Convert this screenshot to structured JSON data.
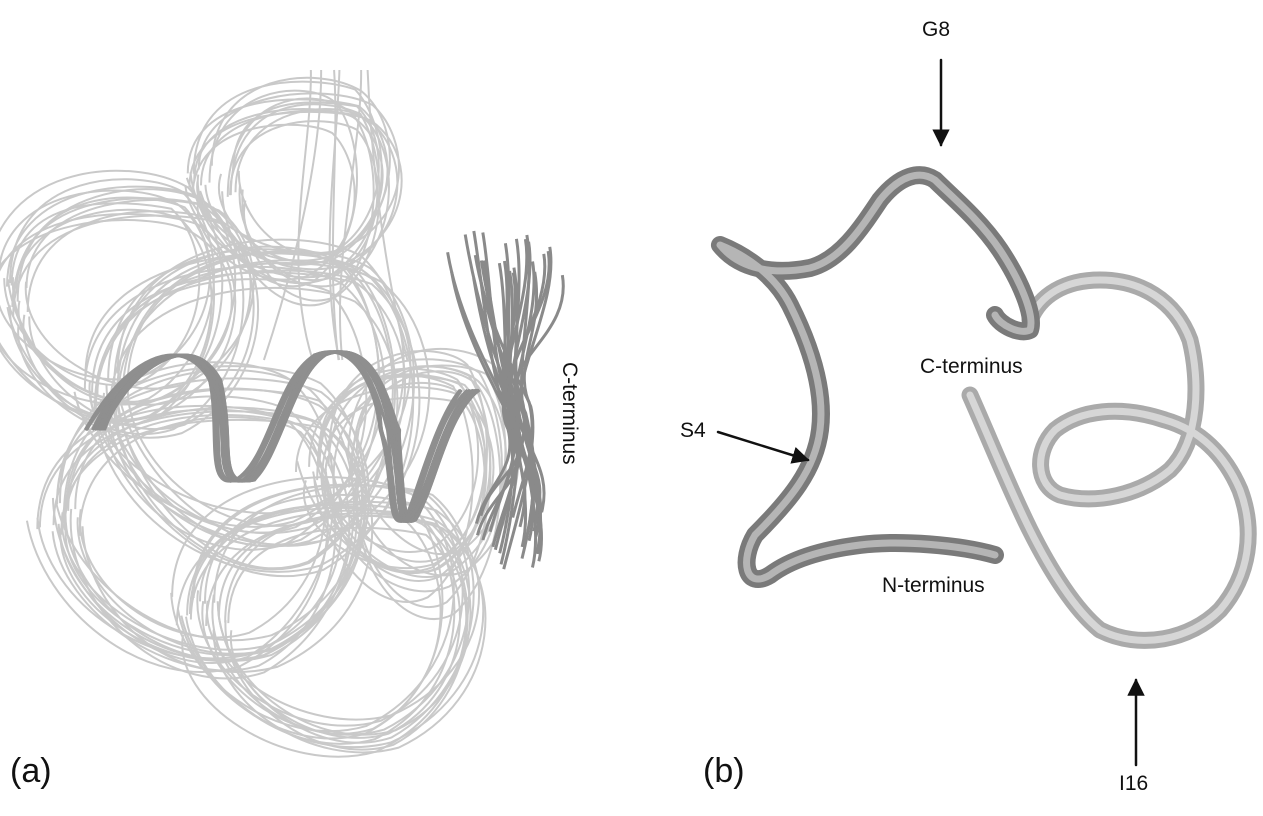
{
  "panels": [
    {
      "label": "(a)",
      "annotations": {
        "c_terminus": "C-terminus"
      }
    },
    {
      "label": "(b)",
      "annotations": {
        "g8": "G8",
        "s4": "S4",
        "c_terminus": "C-terminus",
        "n_terminus": "N-terminus",
        "i16": "I16"
      }
    }
  ],
  "colors": {
    "light_strand": "#c8c8c8",
    "dark_strand": "#8a8a8a",
    "arrow": "#111111"
  }
}
